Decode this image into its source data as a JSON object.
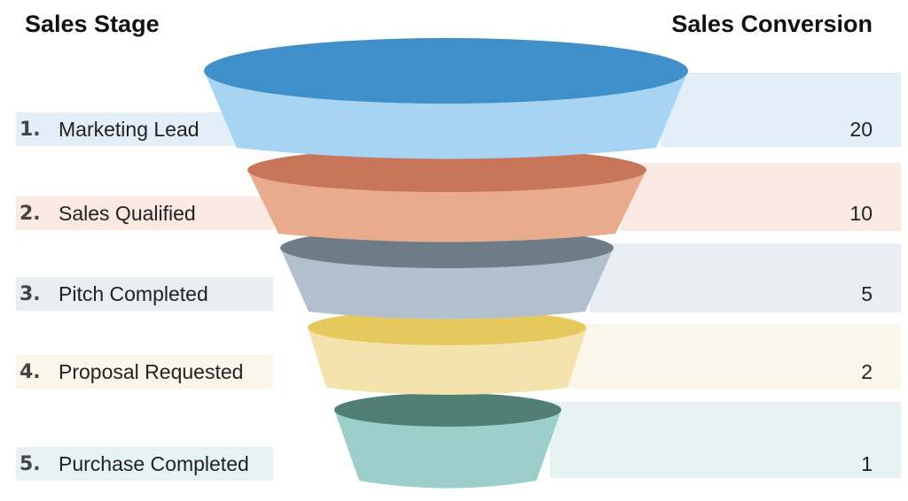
{
  "headers": {
    "left": "Sales Stage",
    "right": "Sales Conversion"
  },
  "stages": [
    {
      "number": "1.",
      "label": "Marketing Lead",
      "value": "20",
      "top_color": "#3f8fca",
      "body_color": "#a7d4f2",
      "band_color": "#e3eff8"
    },
    {
      "number": "2.",
      "label": "Sales Qualified",
      "value": "10",
      "top_color": "#c8765a",
      "body_color": "#e9ab8e",
      "band_color": "#fae9e2"
    },
    {
      "number": "3.",
      "label": "Pitch Completed",
      "value": "5",
      "top_color": "#6e7c88",
      "body_color": "#b2bfcd",
      "band_color": "#e9eef4"
    },
    {
      "number": "4.",
      "label": "Proposal Requested",
      "value": "2",
      "top_color": "#e5c95c",
      "body_color": "#f5e3ae",
      "band_color": "#fbf6ea"
    },
    {
      "number": "5.",
      "label": "Purchase Completed",
      "value": "1",
      "top_color": "#517f74",
      "body_color": "#9ccfca",
      "band_color": "#e6f3f2"
    }
  ]
}
